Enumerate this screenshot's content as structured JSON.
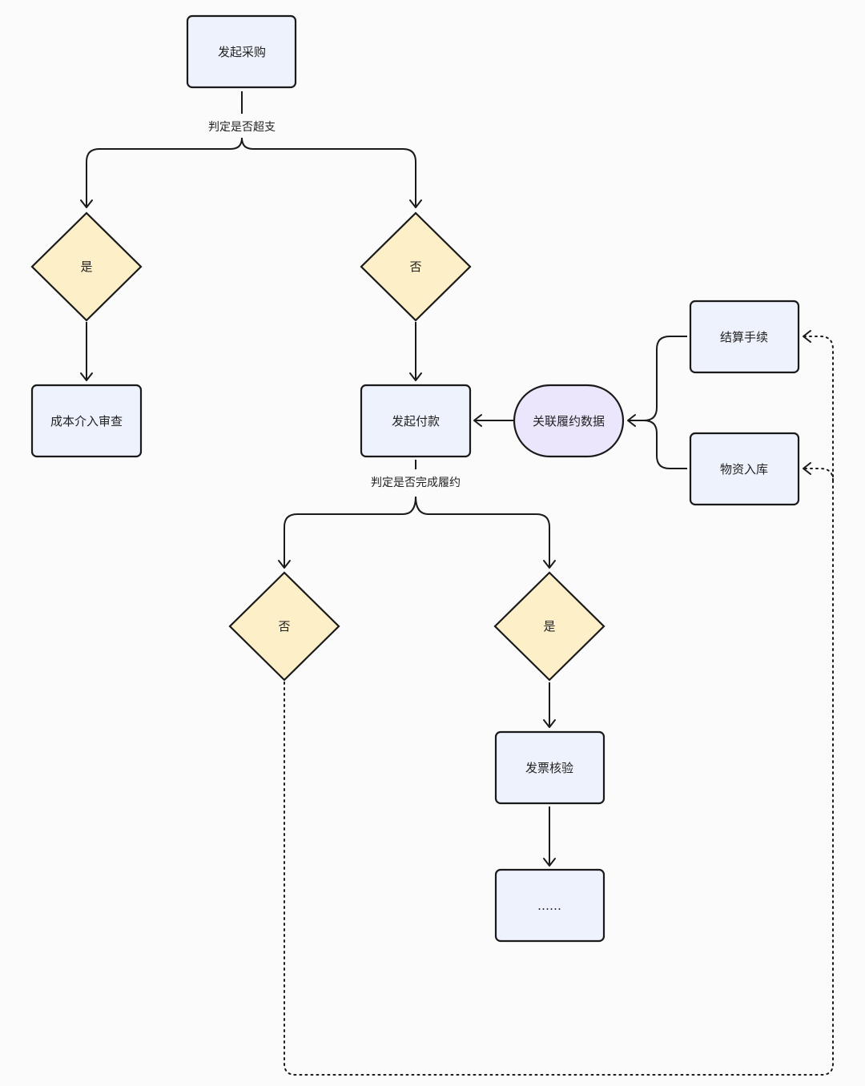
{
  "nodes": {
    "start": "发起采购",
    "decision1_yes": "是",
    "decision1_no": "否",
    "cost_review": "成本介入审查",
    "payment": "发起付款",
    "link_data": "关联履约数据",
    "settlement": "结算手续",
    "warehouse": "物资入库",
    "decision2_no": "否",
    "decision2_yes": "是",
    "invoice_check": "发票核验",
    "ellipsis": "……"
  },
  "edge_labels": {
    "over_budget": "判定是否超支",
    "fulfillment": "判定是否完成履约"
  },
  "colors": {
    "process_fill": "#eef2fc",
    "decision_fill": "#fdefc7",
    "terminal_fill": "#ece6fc",
    "stroke": "#1a1a1a"
  }
}
